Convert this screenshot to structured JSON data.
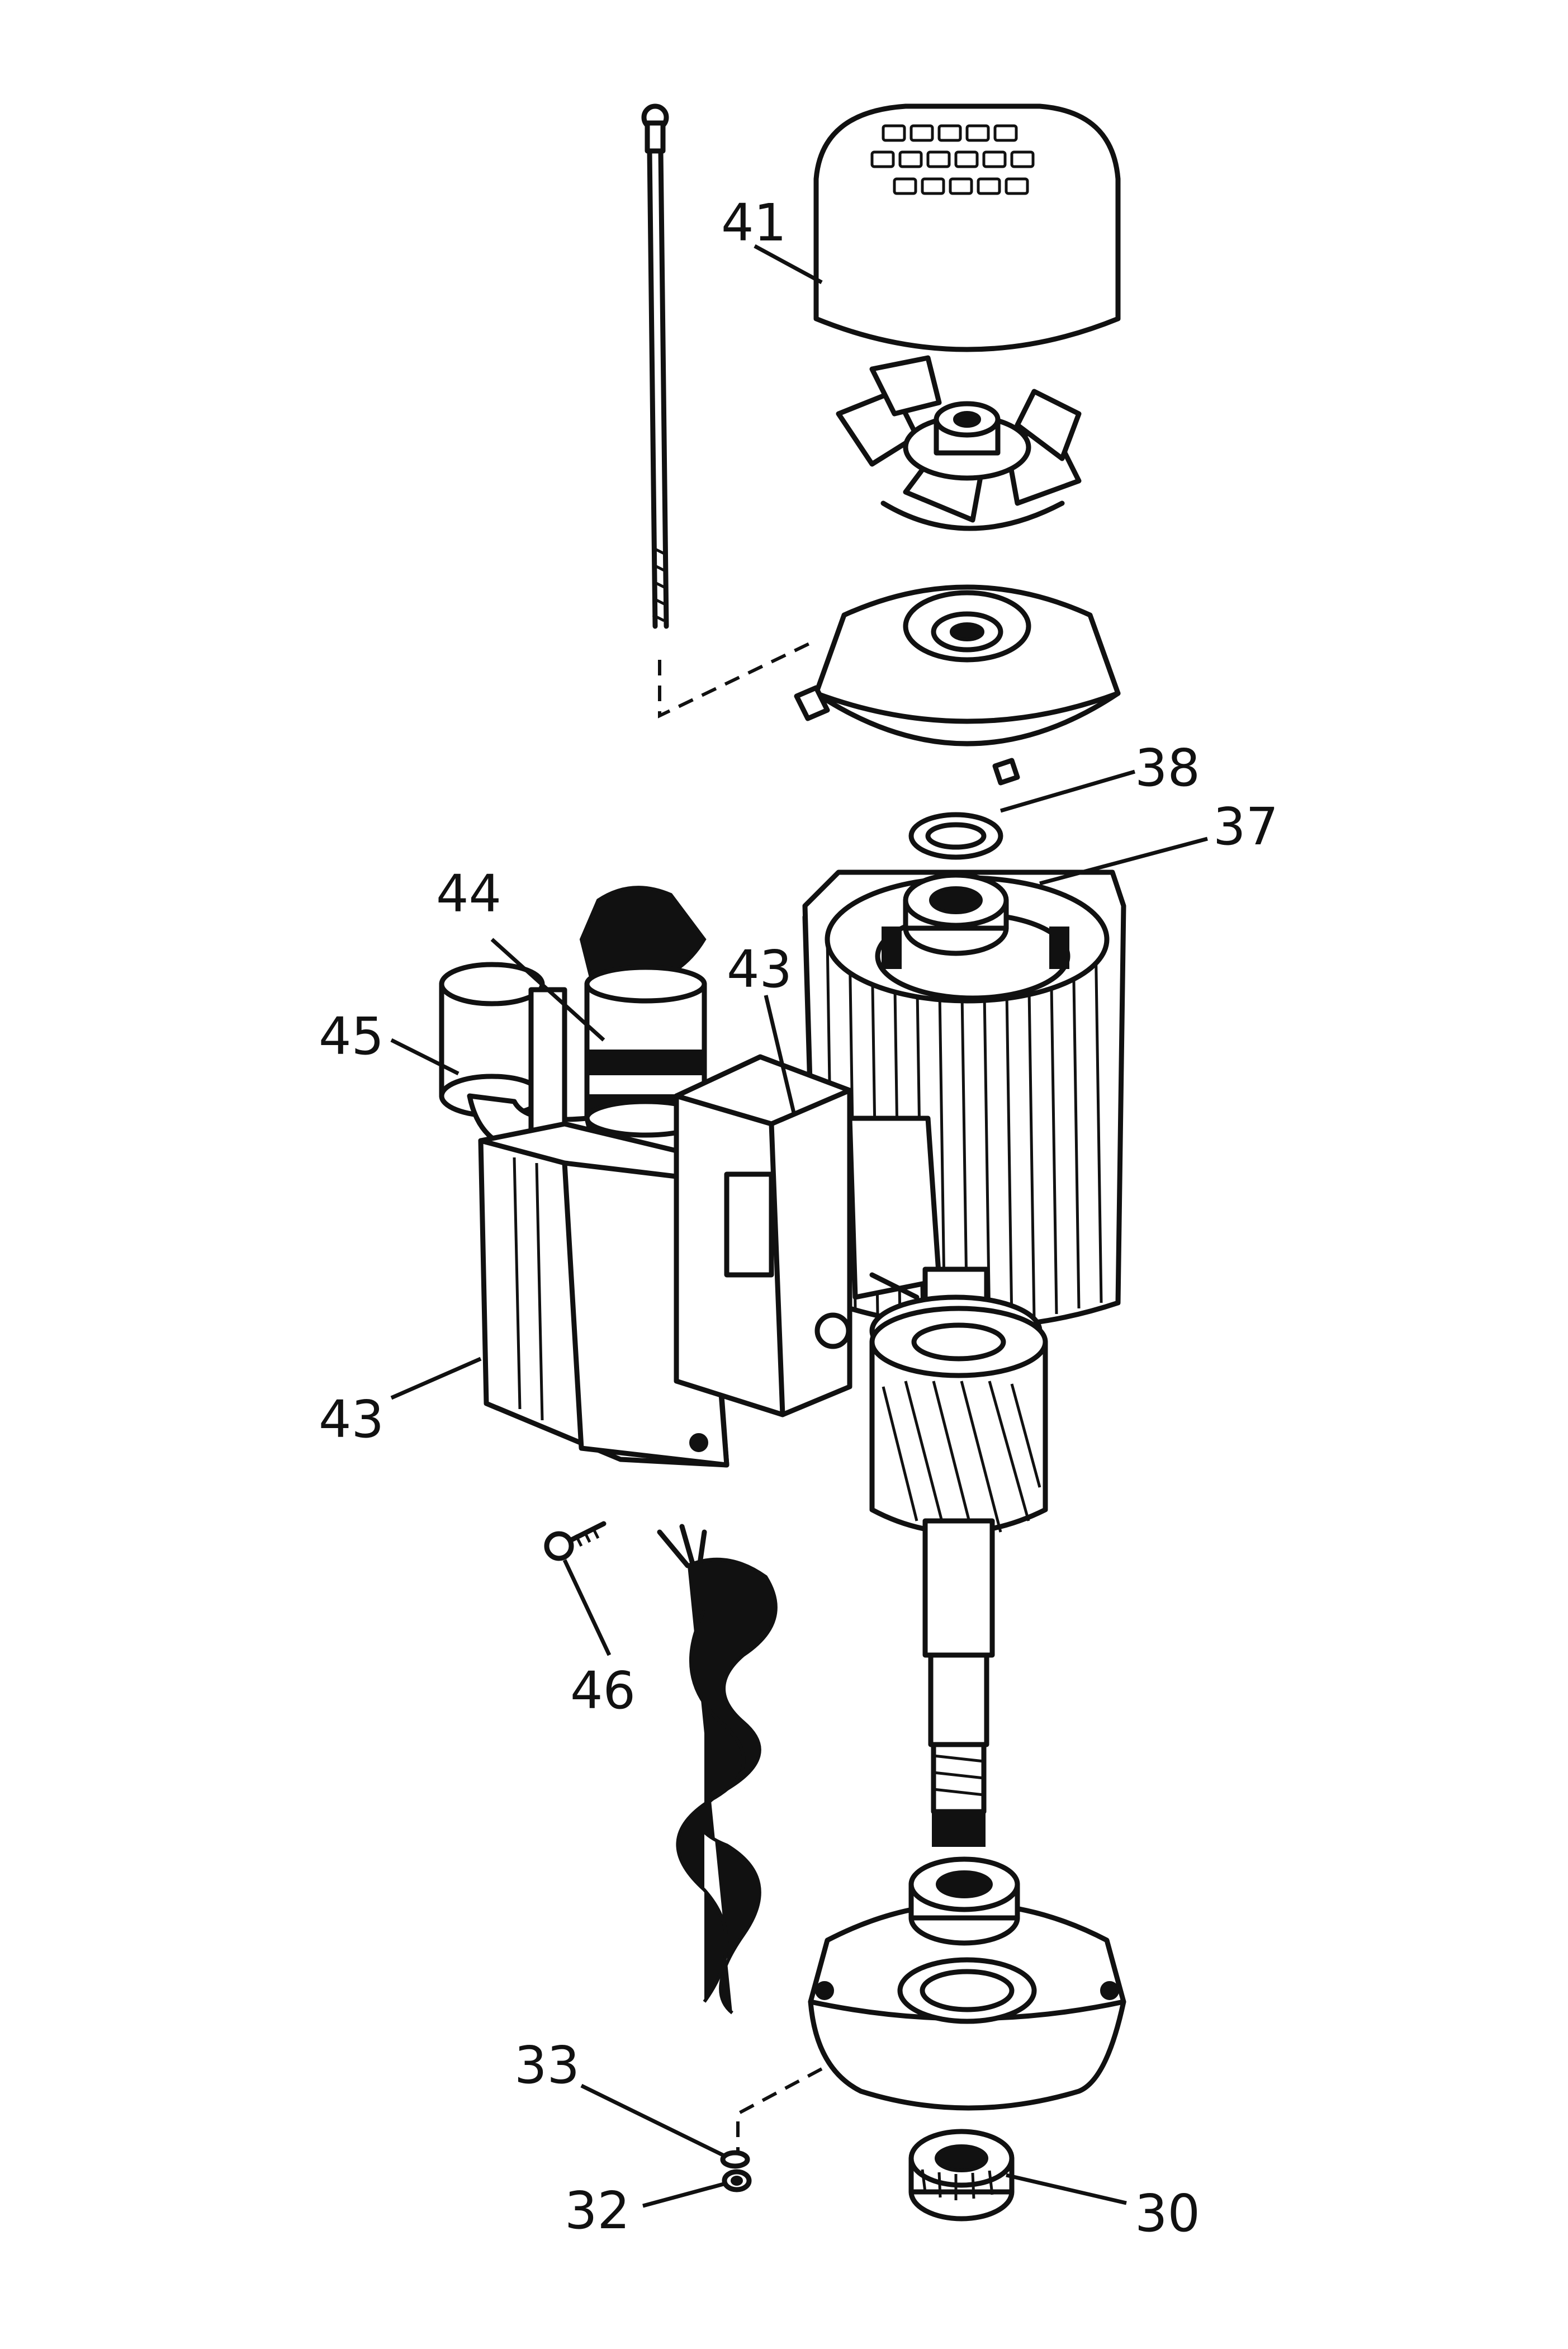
{
  "callouts": [
    {
      "id": "41",
      "text": "41"
    },
    {
      "id": "38",
      "text": "38"
    },
    {
      "id": "37",
      "text": "37"
    },
    {
      "id": "44",
      "text": "44"
    },
    {
      "id": "43a",
      "text": "43"
    },
    {
      "id": "45",
      "text": "45"
    },
    {
      "id": "43b",
      "text": "43"
    },
    {
      "id": "46",
      "text": "46"
    },
    {
      "id": "33",
      "text": "33"
    },
    {
      "id": "32",
      "text": "32"
    },
    {
      "id": "30",
      "text": "30"
    }
  ]
}
